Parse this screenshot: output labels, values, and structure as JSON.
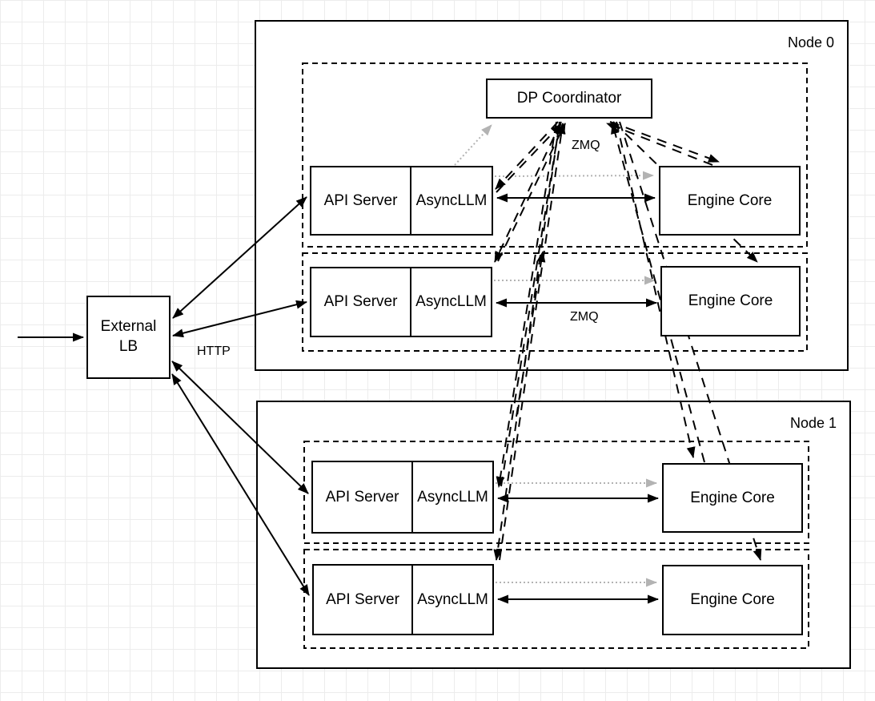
{
  "external_lb": {
    "label_line1": "External",
    "label_line2": "LB"
  },
  "labels": {
    "http": "HTTP",
    "zmq_coordinator": "ZMQ",
    "zmq_engine": "ZMQ"
  },
  "nodes": [
    {
      "label": "Node 0",
      "dp_coordinator": "DP Coordinator",
      "rows": [
        {
          "api_server": "API Server",
          "async_llm": "AsyncLLM",
          "engine_core": "Engine Core"
        },
        {
          "api_server": "API Server",
          "async_llm": "AsyncLLM",
          "engine_core": "Engine Core"
        }
      ]
    },
    {
      "label": "Node 1",
      "rows": [
        {
          "api_server": "API Server",
          "async_llm": "AsyncLLM",
          "engine_core": "Engine Core"
        },
        {
          "api_server": "API Server",
          "async_llm": "AsyncLLM",
          "engine_core": "Engine Core"
        }
      ]
    }
  ],
  "colors": {
    "stroke": "#000000",
    "muted_arrow": "#b3b3b3",
    "box_fill": "#ffffff",
    "grid": "#ececec"
  }
}
